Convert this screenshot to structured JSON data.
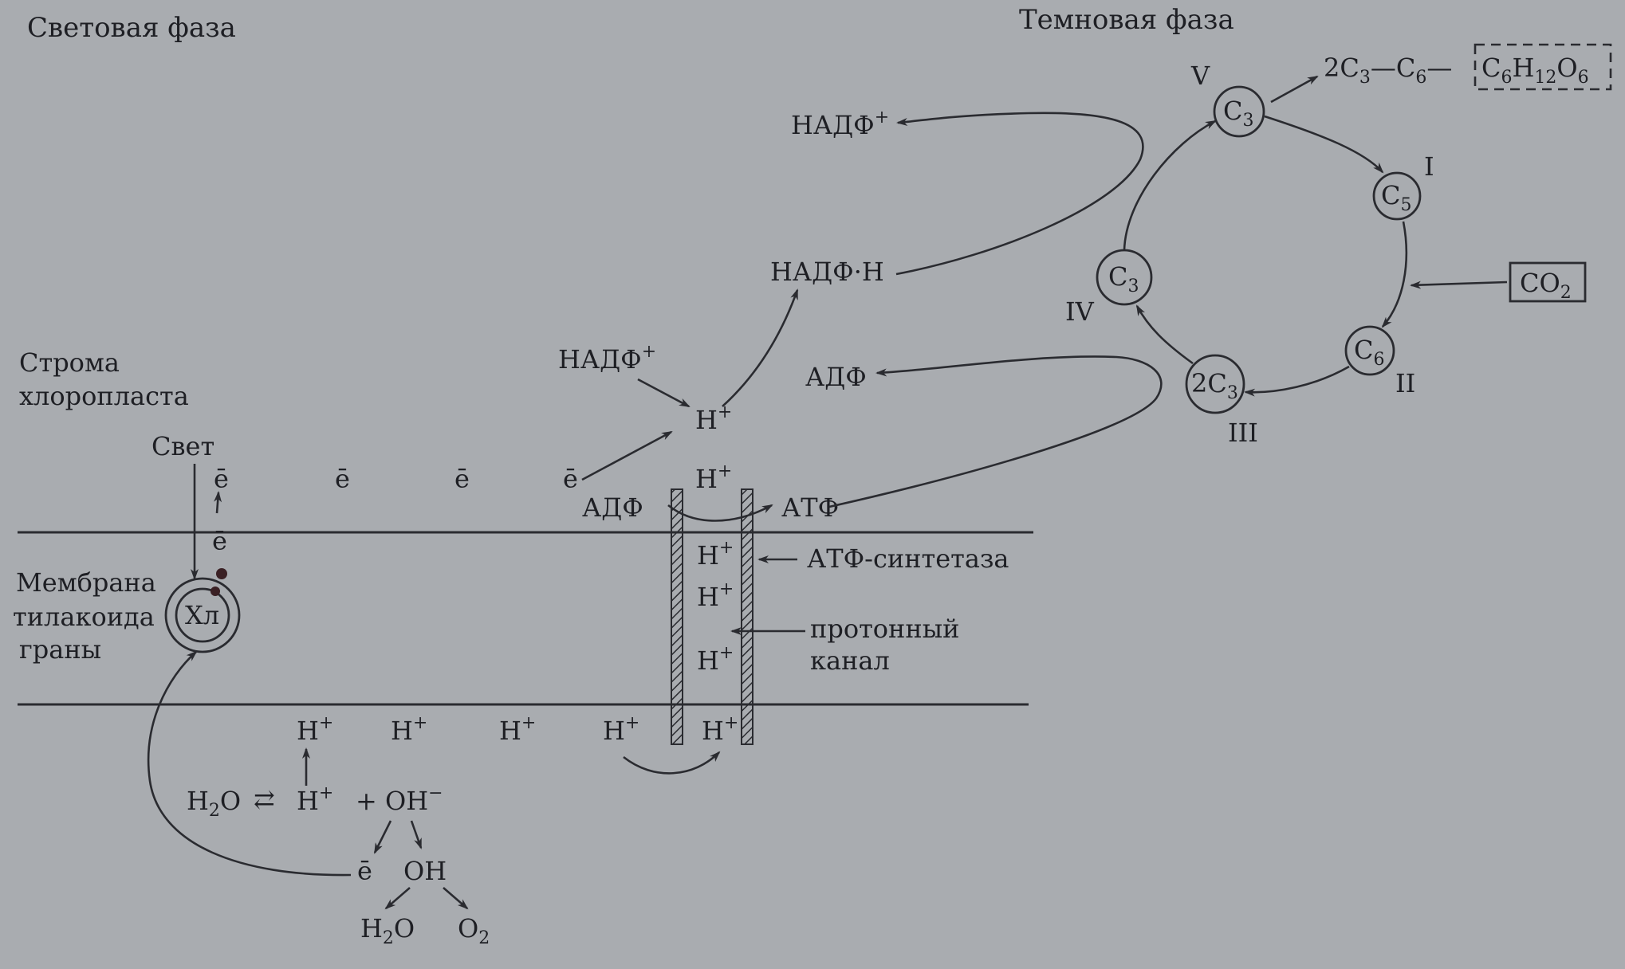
{
  "headings": {
    "light_phase": "Световая фаза",
    "dark_phase": "Темновая фаза"
  },
  "labels": {
    "stroma_1": "Строма",
    "stroma_2": "хлоропласта",
    "light": "Свет",
    "membrane_1": "Мембрана",
    "membrane_2": "тилакоида",
    "membrane_3": "граны",
    "chlorophyll": "Хл",
    "electron": "ē",
    "atp_synthase": "АТФ-синтетаза",
    "proton_channel_1": "протонный",
    "proton_channel_2": "канал",
    "adp": "АДФ",
    "atp": "АТФ",
    "nadp_plus": "НАДФ",
    "nadph": "НАДФ·Н",
    "h_plus": "Н",
    "plus_sup": "+",
    "minus_sup": "−"
  },
  "water_split": {
    "water": "Н",
    "water_2": "2",
    "water_o": "О",
    "equilibrium": "⇄",
    "oh_plus": "+ ОН",
    "oh": "ОН",
    "o2_o": "О",
    "o2_2": "2"
  },
  "calvin_cycle": {
    "nodes": [
      {
        "label": "С",
        "sub": "3",
        "numeral": "V"
      },
      {
        "label": "С",
        "sub": "5",
        "numeral": "I"
      },
      {
        "label": "С",
        "sub": "6",
        "numeral": "II"
      },
      {
        "label": "2С",
        "sub": "3",
        "numeral": "III"
      },
      {
        "label": "С",
        "sub": "3",
        "numeral": "IV"
      }
    ],
    "co2": "СО",
    "co2_sub": "2",
    "product_chain": "2С",
    "product_chain_sub": "3",
    "product_mid": "—С",
    "product_mid_sub": "6",
    "product_dash": "—",
    "glucose": {
      "c": "С",
      "c_sub": "6",
      "h": "Н",
      "h_sub": "12",
      "o": "О",
      "o_sub": "6"
    }
  }
}
